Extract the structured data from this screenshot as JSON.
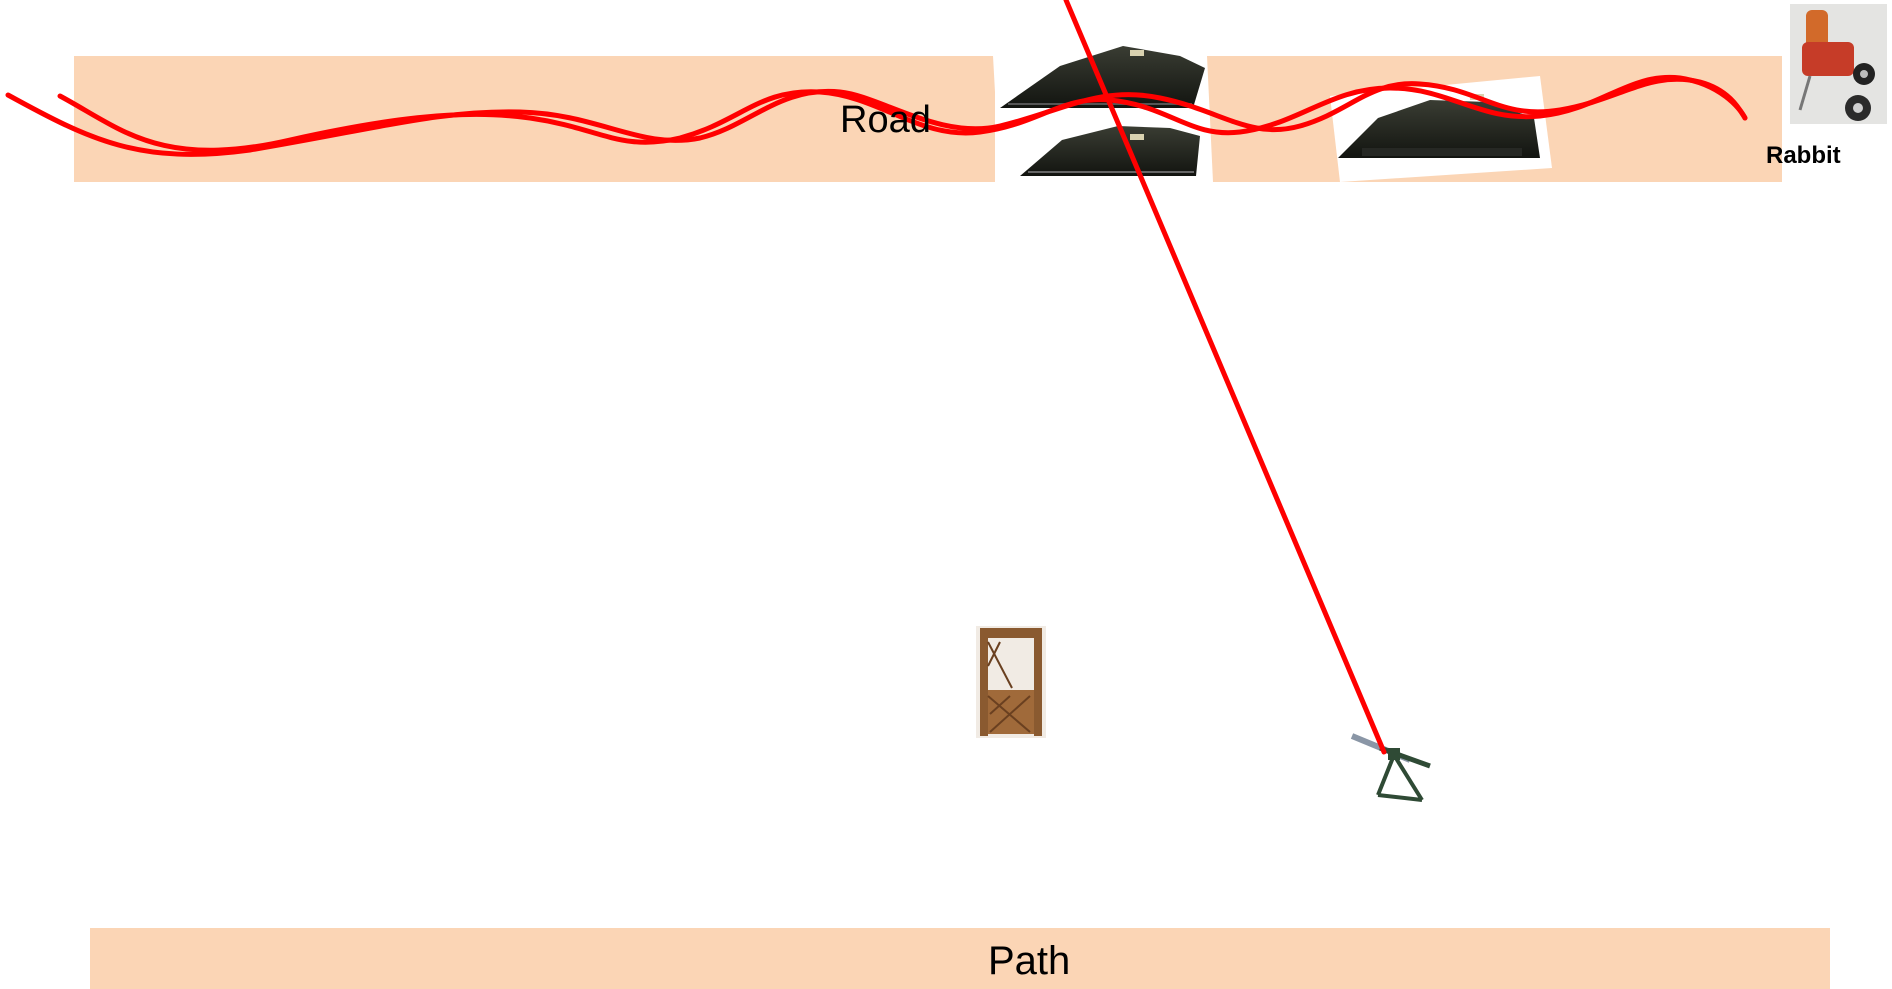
{
  "labels": {
    "road": "Road",
    "rabbit": "Rabbit",
    "path": "Path"
  },
  "colors": {
    "band_fill": "#fbd5b5",
    "trajectory": "#ff0000",
    "label_text": "#000000"
  },
  "objects": {
    "road_band": "road-band",
    "path_band": "path-band",
    "speed_bumps": "speed-bump-ramp-icon",
    "rabbit_thrower": "clay-target-thrower-icon",
    "shooting_stand": "lattice-shooting-stand-icon",
    "mounted_gun": "tripod-mounted-gun-icon"
  }
}
